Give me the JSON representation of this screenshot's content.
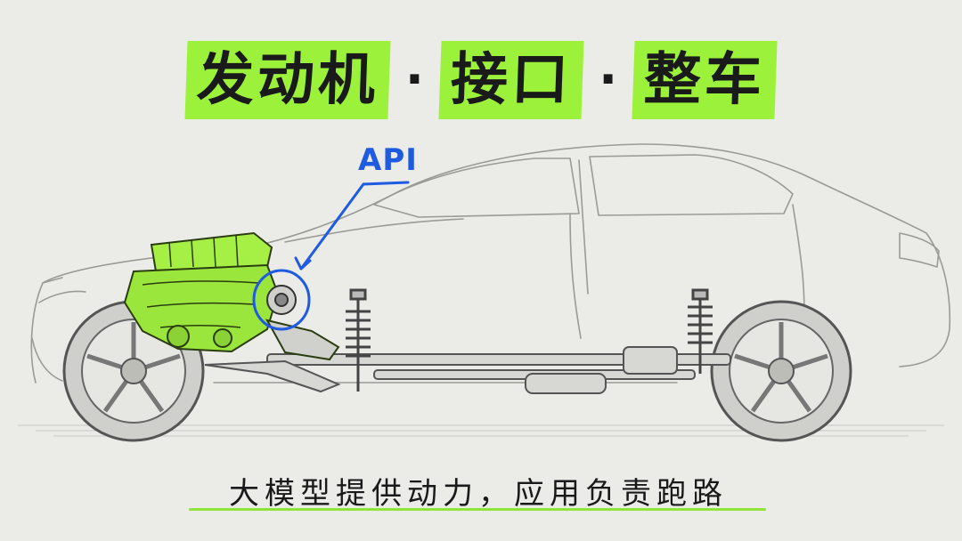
{
  "title": {
    "parts": [
      "发动机",
      "接口",
      "整车"
    ],
    "separator": "·"
  },
  "callout": {
    "label": "API",
    "color": "#1f5be0"
  },
  "caption": {
    "text": "大模型提供动力，应用负责跑路",
    "underline_color": "#8fe33a"
  },
  "colors": {
    "background": "#ebebe7",
    "highlight": "#9cf23a",
    "sketch": "#6b6b6b",
    "engine": "#9ae63c"
  }
}
